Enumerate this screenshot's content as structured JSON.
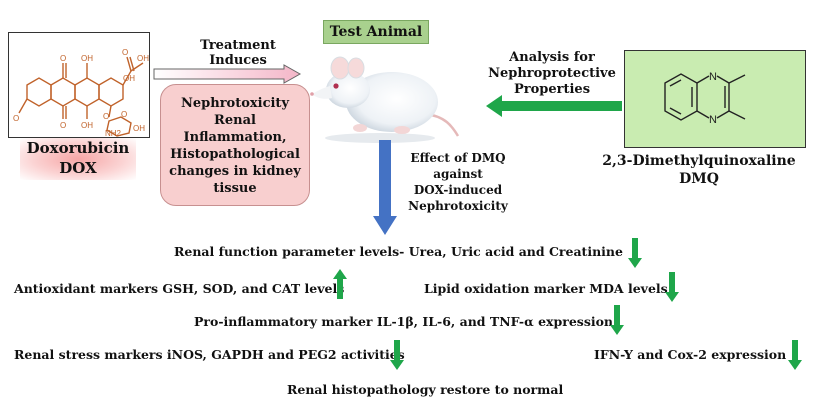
{
  "doxorubicin": {
    "label_line1": "Doxorubicin",
    "label_line2": "DOX",
    "structure_labels": [
      "O",
      "OH",
      "O",
      "OH",
      "OH",
      "O",
      "O",
      "OH",
      "O",
      "O",
      "NH2",
      "OH"
    ]
  },
  "test_animal": "Test Animal",
  "treatment_line1": "Treatment",
  "treatment_line2": "Induces",
  "nephrotoxicity_lines": [
    "Nephrotoxicity",
    "Renal",
    "Inflammation,",
    "Histopathological",
    "changes in kidney",
    "tissue"
  ],
  "analysis_lines": [
    "Analysis for",
    "Nephroprotective",
    "Properties"
  ],
  "dmq": {
    "label_line1": "2,3-Dimethylquinoxaline",
    "label_line2": "DMQ",
    "structure_labels": [
      "N",
      "N"
    ]
  },
  "effect_lines": [
    "Effect of  DMQ",
    "against",
    "DOX-induced",
    "Nephrotoxicity"
  ],
  "findings": [
    {
      "text": "Renal function parameter levels- Urea, Uric acid and Creatinine",
      "direction": "down"
    },
    {
      "text": "Antioxidant markers GSH, SOD, and CAT levels",
      "direction": "up"
    },
    {
      "text": "Lipid oxidation marker MDA levels",
      "direction": "down"
    },
    {
      "text": "Pro-inflammatory marker IL-1β, IL-6, and TNF-α expression",
      "direction": "down"
    },
    {
      "text": "Renal stress markers iNOS, GAPDH and PEG2 activities",
      "direction": "down"
    },
    {
      "text": "IFN-Y and Cox-2 expression",
      "direction": "down"
    },
    {
      "text": "Renal histopathology restore to normal",
      "direction": "none"
    }
  ],
  "colors": {
    "molecule_orange": "#c0622a",
    "arrow_green": "#1fa64a",
    "arrow_blue": "#4472c4",
    "test_animal_bg": "#a9d18e",
    "dmq_bg": "#c9ecb1",
    "nephro_bg": "#f8cfcf"
  },
  "icons": [
    "rat-image",
    "arrow-up-icon",
    "arrow-down-icon"
  ]
}
